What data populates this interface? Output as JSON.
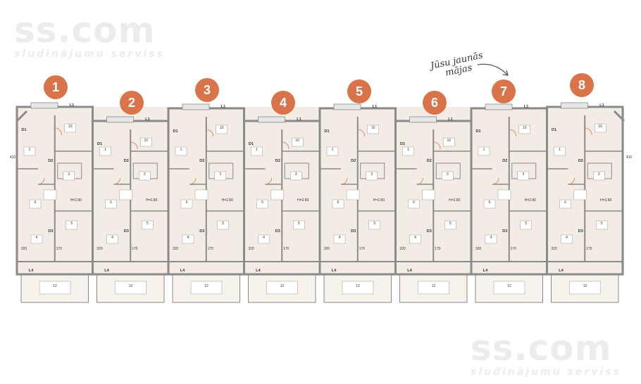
{
  "watermark": {
    "brand": "ss.com",
    "tagline": "sludinājumu serviss"
  },
  "tagline": {
    "line1": "Jūsu jaunās",
    "line2": "mājas"
  },
  "units": [
    {
      "number": "1"
    },
    {
      "number": "2"
    },
    {
      "number": "3"
    },
    {
      "number": "4"
    },
    {
      "number": "5"
    },
    {
      "number": "6"
    },
    {
      "number": "7"
    },
    {
      "number": "8"
    }
  ],
  "labels": {
    "loggia_front": "L1",
    "loggia_back": "L4",
    "terrace": "12",
    "bedroom_front": "10",
    "bedroom_back": "5",
    "living": "4",
    "kitchen": "3",
    "bath": "6",
    "hall": "1",
    "door_front": "D1",
    "door_mid": "D2",
    "door_back": "D3",
    "dim_320": "320",
    "dim_170": "170",
    "dim_410": "410",
    "height": "H=2.80"
  },
  "colors": {
    "badge": "#d9744a",
    "wall": "#8a8a8a",
    "floor": "#f3ece4",
    "terrace_floor": "#f7f2ec",
    "door": "#d9744a"
  }
}
